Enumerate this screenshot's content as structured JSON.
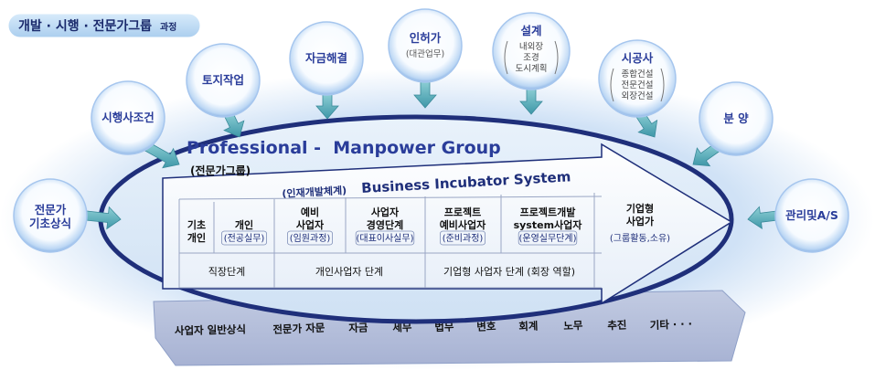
{
  "header": {
    "title": "개발 · 시행 · 전문가그룹",
    "suffix": "과정"
  },
  "group": {
    "title": "Professional -  Manpower Group",
    "subtitle": "(전문가그룹)",
    "arrow_prefix": "(인재개발체계)",
    "arrow_title": "Business Incubator System"
  },
  "bubbles": [
    {
      "id": "expert-basics",
      "lines": [
        "전문가",
        "기초상식"
      ],
      "sub": []
    },
    {
      "id": "developer-conditions",
      "lines": [
        "시행사조건"
      ],
      "sub": []
    },
    {
      "id": "land-work",
      "lines": [
        "토지작업"
      ],
      "sub": []
    },
    {
      "id": "funding",
      "lines": [
        "자금해결"
      ],
      "sub": []
    },
    {
      "id": "permits",
      "lines": [
        "인허가"
      ],
      "sub": [
        "(대관업무)"
      ]
    },
    {
      "id": "design",
      "lines": [
        "설계"
      ],
      "sub": [
        "내외장",
        "조경",
        "도시계획"
      ]
    },
    {
      "id": "contractor",
      "lines": [
        "시공사"
      ],
      "sub": [
        "종합건설",
        "전문건설",
        "외장건설"
      ]
    },
    {
      "id": "sales",
      "lines": [
        "분  양"
      ],
      "sub": []
    },
    {
      "id": "management",
      "lines": [
        "관리및A/S"
      ],
      "sub": []
    }
  ],
  "table": {
    "first_col": [
      "기초",
      "개인"
    ],
    "stages": [
      {
        "title": [
          "개인"
        ],
        "sub": "(전공실무)"
      },
      {
        "title": [
          "예비",
          "사업자"
        ],
        "sub": "(임원과정)"
      },
      {
        "title": [
          "사업자",
          "경영단계"
        ],
        "sub": "(대표이사실무)"
      },
      {
        "title": [
          "프로젝트",
          "예비사업자"
        ],
        "sub": "(준비과정)"
      },
      {
        "title": [
          "프로젝트개발",
          "system사업자"
        ],
        "sub": "(운영실무단계)"
      }
    ],
    "final": {
      "title": [
        "기업형",
        "사업가"
      ],
      "sub": "(그룹활동,소유)"
    },
    "phases": [
      "직장단계",
      "개인사업자 단계",
      "기업형 사업자 단계 (회장 역할)"
    ]
  },
  "bottom_bar": [
    "사업자 일반상식",
    "전문가 자문",
    "자금",
    "세무",
    "법무",
    "변호",
    "회계",
    "노무",
    "추진",
    "기타 · · ·"
  ],
  "colors": {
    "navy": "#1f2f7a",
    "blue_text": "#2a3d9a",
    "teal_arrow": "#5bb0c0",
    "bubble_edge": "#7fb0e6",
    "ellipse_fill": "#dbeaf8"
  }
}
